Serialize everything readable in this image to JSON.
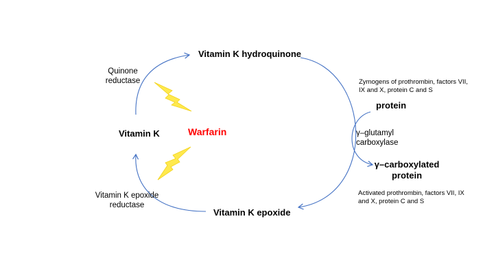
{
  "nodes": {
    "hydroquinone": "Vitamin K hydroquinone",
    "vitamin_k": "Vitamin K",
    "epoxide": "Vitamin K epoxide",
    "protein": "protein",
    "carboxylated_protein": "γ–carboxylated protein"
  },
  "enzymes": {
    "quinone_reductase": "Quinone reductase",
    "epoxide_reductase": "Vitamin K epoxide reductase",
    "carboxylase": "γ–glutamyl carboxylase"
  },
  "inhibitor": {
    "label": "Warfarin",
    "color": "#ff0000",
    "bolt_color": "#ffe94d",
    "bolt_icon": "lightning-bolt-icon"
  },
  "notes": {
    "zymogens": "Zymogens of prothrombin, factors VII, IX and X, protein C and S",
    "activated": "Activated prothrombin, factors VII, IX and X, protein C and S"
  },
  "colors": {
    "arrow": "#4472c4"
  }
}
